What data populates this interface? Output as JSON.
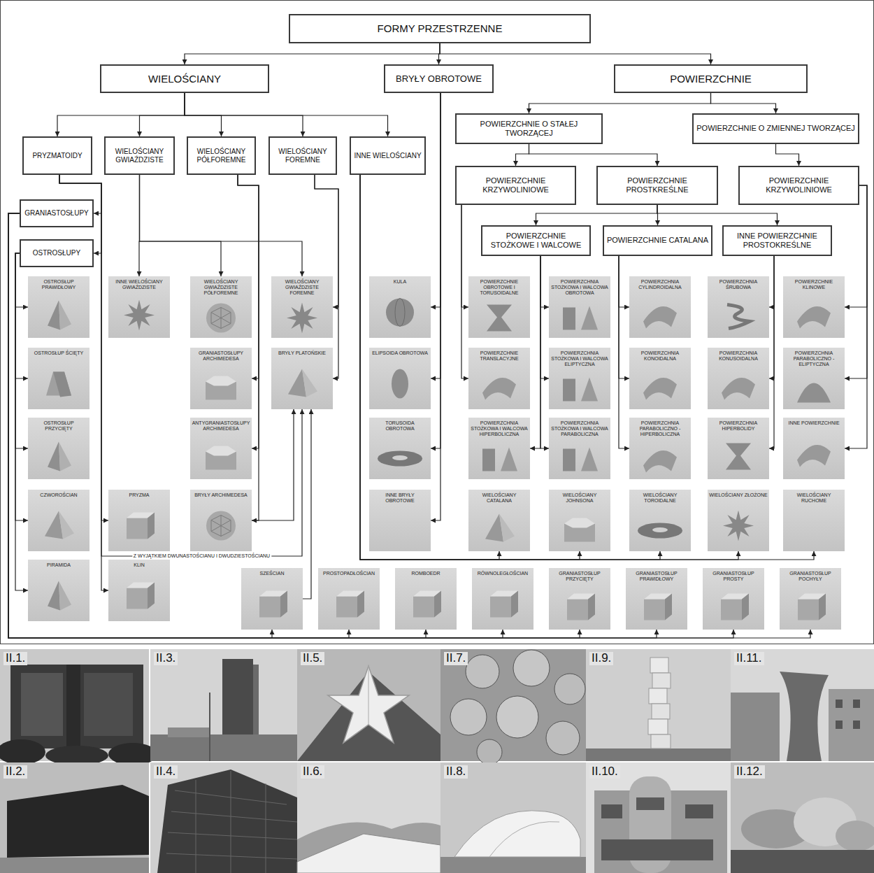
{
  "diagram": {
    "nodes": [
      {
        "text": [
          "FORMY PRZESTRZENNE"
        ]
      },
      {
        "text": [
          "WIELOŚCIANY"
        ]
      },
      {
        "text": [
          "BRYŁY OBROTOWE"
        ]
      },
      {
        "text": [
          "POWIERZCHNIE"
        ]
      },
      {
        "text": [
          "PRYZMATOIDY"
        ]
      },
      {
        "text": [
          "WIELOŚCIANY GWIAŹDZISTE"
        ]
      },
      {
        "text": [
          "WIELOŚCIANY PÓŁFOREMNE"
        ]
      },
      {
        "text": [
          "WIELOŚCIANY FOREMNE"
        ]
      },
      {
        "text": [
          "INNE WIELOŚCIANY"
        ]
      },
      {
        "text": [
          "POWIERZCHNIE O STAŁEJ TWORZĄCEJ"
        ]
      },
      {
        "text": [
          "POWIERZCHNIE O ZMIENNEJ TWORZĄCEJ"
        ]
      },
      {
        "text": [
          "POWIERZCHNIE KRZYWOLINIOWE"
        ]
      },
      {
        "text": [
          "POWIERZCHNIE PROSTKREŚLNE"
        ]
      },
      {
        "text": [
          "POWIERZCHNIE KRZYWOLINIOWE"
        ]
      },
      {
        "text": [
          "GRANIASTOSŁUPY"
        ]
      },
      {
        "text": [
          "OSTROSŁUPY"
        ]
      },
      {
        "text": [
          "POWIERZCHNIE STOŻKOWE I WALCOWE"
        ]
      },
      {
        "text": [
          "POWIERZCHNIE CATALANA"
        ]
      },
      {
        "text": [
          "INNE POWIERZCHNIE PROSTOKREŚLNE"
        ]
      },
      {
        "text": [
          "OSTROSŁUP PRAWIDŁOWY"
        ]
      },
      {
        "text": [
          "INNE WIELOŚCIANY GWIAŹDZISTE"
        ]
      },
      {
        "text": [
          "WIELOŚCIANY GWIAŹDZISTE PÓŁFOREMNE"
        ]
      },
      {
        "text": [
          "WIELOŚCIANY GWIAŹDZISTE FOREMNE"
        ]
      },
      {
        "text": [
          "KULA"
        ]
      },
      {
        "text": [
          "POWIERZCHNIE OBROTOWE I TORUSOIDALNE"
        ]
      },
      {
        "text": [
          "POWIERZCHNIA STOŻKOWA I WALCOWA OBROTOWA"
        ]
      },
      {
        "text": [
          "POWIERZCHNIA CYLINDROIDALNA"
        ]
      },
      {
        "text": [
          "POWIERZCHNIA ŚRUBOWA"
        ]
      },
      {
        "text": [
          "POWIERZCHNIE KLINOWE"
        ]
      },
      {
        "text": [
          "OSTROSŁUP ŚCIĘTY"
        ]
      },
      {
        "text": [
          "GRANIASTOSŁUPY ARCHIMEDESA"
        ]
      },
      {
        "text": [
          "BRYŁY PLATOŃSKIE"
        ]
      },
      {
        "text": [
          "ELIPSOIDA OBROTOWA"
        ]
      },
      {
        "text": [
          "POWIERZCHNIE TRANSLACYJNE"
        ]
      },
      {
        "text": [
          "POWIERZCHNIA STOŻKOWA I WALCOWA ELIPTYCZNA"
        ]
      },
      {
        "text": [
          "POWIERZCHNIA KONOIDALNA"
        ]
      },
      {
        "text": [
          "POWIERZCHNIA KONUSOIDALNA"
        ]
      },
      {
        "text": [
          "POWIERZCHNIA PARABOLICZNO - ELIPTYCZNA"
        ]
      },
      {
        "text": [
          "OSTROSŁUP PRZYCIĘTY"
        ]
      },
      {
        "text": [
          "ANTYGRANIASTOSŁUPY ARCHIMEDESA"
        ]
      },
      {
        "text": [
          "TORUSOIDA OBROTOWA"
        ]
      },
      {
        "text": [
          "POWIERZCHNIA STOŻKOWA I WALCOWA HIPERBOLICZNA"
        ]
      },
      {
        "text": [
          "POWIERZCHNIA STOŻKOWA I WALCOWA PARABOLICZNA"
        ]
      },
      {
        "text": [
          "POWIERZCHNIA PARABOLICZNO - HIPERBOLICZNA"
        ]
      },
      {
        "text": [
          "POWIERZCHNIA HIPERBOLIDY"
        ]
      },
      {
        "text": [
          "INNE POWIERZCHNIE"
        ]
      },
      {
        "text": [
          "CZWOROŚCIAN"
        ]
      },
      {
        "text": [
          "PRYZMA"
        ]
      },
      {
        "text": [
          "BRYŁY ARCHIMEDESA"
        ]
      },
      {
        "text": [
          "INNE BRYŁY OBROTOWE"
        ]
      },
      {
        "text": [
          "WIELOŚCIANY CATALANA"
        ]
      },
      {
        "text": [
          "WIELOŚCIANY JOHNSONA"
        ]
      },
      {
        "text": [
          "WIELOŚCIANY TOROIDALNE"
        ]
      },
      {
        "text": [
          "WIELOŚCIANY ZŁOŻONE"
        ]
      },
      {
        "text": [
          "WIELOŚCIANY RUCHOME"
        ]
      },
      {
        "text": [
          "PIRAMIDA"
        ]
      },
      {
        "text": [
          "KLIN"
        ]
      },
      {
        "text": [
          "SZEŚCIAN"
        ]
      },
      {
        "text": [
          "PROSTOPADŁOŚCIAN"
        ]
      },
      {
        "text": [
          "ROMBOEDR"
        ]
      },
      {
        "text": [
          "RÓWNOLEGŁOŚCIAN"
        ]
      },
      {
        "text": [
          "GRANIASTOSŁUP PRZYCIĘTY"
        ]
      },
      {
        "text": [
          "GRANIASTOSŁUP PRAWIDŁOWY"
        ]
      },
      {
        "text": [
          "GRANIASTOSŁUP PROSTY"
        ]
      },
      {
        "text": [
          "GRANIASTOSŁUP POCHYŁY"
        ]
      }
    ],
    "edges": [
      {
        "from": 0,
        "to": 1,
        "arrow": "to"
      },
      {
        "from": 0,
        "to": 2,
        "arrow": "to"
      },
      {
        "from": 0,
        "to": 3,
        "arrow": "to"
      },
      {
        "from": 1,
        "to": 4,
        "arrow": "to"
      },
      {
        "from": 1,
        "to": 5,
        "arrow": "to"
      },
      {
        "from": 1,
        "to": 6,
        "arrow": "to"
      },
      {
        "from": 1,
        "to": 7,
        "arrow": "to"
      },
      {
        "from": 1,
        "to": 8,
        "arrow": "to"
      },
      {
        "from": 3,
        "to": 9,
        "arrow": "to"
      },
      {
        "from": 3,
        "to": 10,
        "arrow": "to"
      },
      {
        "from": 9,
        "to": 11,
        "arrow": "to"
      },
      {
        "from": 9,
        "to": 12,
        "arrow": "to"
      },
      {
        "from": 10,
        "to": 13,
        "arrow": "to"
      },
      {
        "from": 12,
        "to": 16,
        "arrow": "to"
      },
      {
        "from": 12,
        "to": 17,
        "arrow": "to"
      },
      {
        "from": 12,
        "to": 18,
        "arrow": "to"
      },
      {
        "from": 4,
        "to": 14,
        "arrow": "to"
      },
      {
        "from": 4,
        "to": 15,
        "arrow": "to"
      },
      {
        "from": 4,
        "to": 47,
        "arrow": "to"
      },
      {
        "from": 4,
        "to": 56,
        "arrow": "to"
      },
      {
        "from": 4,
        "to": 31,
        "label": "Z WYJĄTKIEM DWUNASTOŚCIANU I DWUDZIESTOŚCIANU",
        "arrow": "to"
      },
      {
        "from": 5,
        "to": 20,
        "arrow": "to"
      },
      {
        "from": 5,
        "to": 21,
        "arrow": "to"
      },
      {
        "from": 5,
        "to": 22,
        "arrow": "to"
      },
      {
        "from": 6,
        "to": 30,
        "arrow": "to"
      },
      {
        "from": 6,
        "to": 39,
        "arrow": "to"
      },
      {
        "from": 6,
        "to": 48,
        "arrow": "to"
      },
      {
        "from": 7,
        "to": 22,
        "arrow": "to"
      },
      {
        "from": 7,
        "to": 31,
        "arrow": "to"
      },
      {
        "from": 15,
        "to": 19,
        "arrow": "to"
      },
      {
        "from": 15,
        "to": 29,
        "arrow": "to"
      },
      {
        "from": 15,
        "to": 38,
        "arrow": "to"
      },
      {
        "from": 15,
        "to": 46,
        "arrow": "to"
      },
      {
        "from": 15,
        "to": 55,
        "arrow": "to"
      },
      {
        "from": 14,
        "to": 57,
        "arrow": "to"
      },
      {
        "from": 14,
        "to": 58,
        "arrow": "to"
      },
      {
        "from": 14,
        "to": 59,
        "arrow": "to"
      },
      {
        "from": 14,
        "to": 60,
        "arrow": "to"
      },
      {
        "from": 14,
        "to": 61,
        "arrow": "to"
      },
      {
        "from": 14,
        "to": 62,
        "arrow": "to"
      },
      {
        "from": 14,
        "to": 63,
        "arrow": "to"
      },
      {
        "from": 14,
        "to": 64,
        "arrow": "to"
      },
      {
        "from": 48,
        "to": 31,
        "arrow": "to"
      },
      {
        "from": 57,
        "to": 31,
        "arrow": "to"
      },
      {
        "from": 2,
        "to": 23,
        "arrow": "to"
      },
      {
        "from": 2,
        "to": 32,
        "arrow": "to"
      },
      {
        "from": 2,
        "to": 40,
        "arrow": "to"
      },
      {
        "from": 2,
        "to": 49,
        "arrow": "to"
      },
      {
        "from": 11,
        "to": 24,
        "arrow": "to"
      },
      {
        "from": 11,
        "to": 33,
        "arrow": "to"
      },
      {
        "from": 16,
        "to": 25,
        "arrow": "to"
      },
      {
        "from": 16,
        "to": 34,
        "arrow": "to"
      },
      {
        "from": 16,
        "to": 41,
        "arrow": "to"
      },
      {
        "from": 16,
        "to": 42,
        "arrow": "to"
      },
      {
        "from": 17,
        "to": 26,
        "arrow": "to"
      },
      {
        "from": 17,
        "to": 35,
        "arrow": "to"
      },
      {
        "from": 17,
        "to": 43,
        "arrow": "to"
      },
      {
        "from": 18,
        "to": 27,
        "arrow": "to"
      },
      {
        "from": 18,
        "to": 36,
        "arrow": "to"
      },
      {
        "from": 18,
        "to": 44,
        "arrow": "to"
      },
      {
        "from": 13,
        "to": 28,
        "arrow": "to"
      },
      {
        "from": 13,
        "to": 37,
        "arrow": "to"
      },
      {
        "from": 13,
        "to": 45,
        "arrow": "to"
      },
      {
        "from": 8,
        "to": 50,
        "arrow": "to"
      },
      {
        "from": 8,
        "to": 51,
        "arrow": "to"
      },
      {
        "from": 8,
        "to": 52,
        "arrow": "to"
      },
      {
        "from": 8,
        "to": 53,
        "arrow": "to"
      },
      {
        "from": 8,
        "to": 54,
        "arrow": "to"
      }
    ],
    "labels": [
      "II.1.",
      "II.3.",
      "II.5.",
      "II.7.",
      "II.9.",
      "II.11.",
      "II.2.",
      "II.4.",
      "II.6.",
      "II.8.",
      "II.10.",
      "II.12."
    ]
  }
}
